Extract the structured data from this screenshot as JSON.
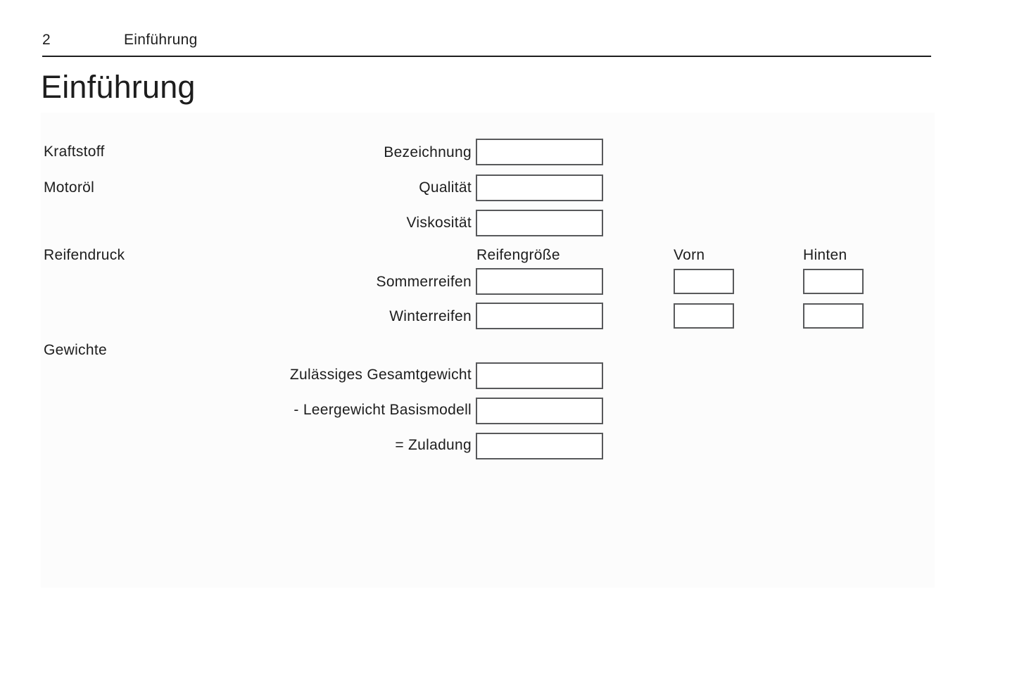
{
  "page": {
    "number": "2",
    "running_header": "Einführung",
    "title": "Einführung"
  },
  "sections": {
    "fuel": "Kraftstoff",
    "engine_oil": "Motoröl",
    "tyre_pressure": "Reifendruck",
    "weights": "Gewichte"
  },
  "table_headers": {
    "tyre_size": "Reifengröße",
    "front": "Vorn",
    "rear": "Hinten"
  },
  "fields": {
    "designation": {
      "label": "Bezeichnung",
      "value": ""
    },
    "quality": {
      "label": "Qualität",
      "value": ""
    },
    "viscosity": {
      "label": "Viskosität",
      "value": ""
    },
    "summer_tyres": {
      "label": "Sommerreifen",
      "size": "",
      "front": "",
      "rear": ""
    },
    "winter_tyres": {
      "label": "Winterreifen",
      "size": "",
      "front": "",
      "rear": ""
    },
    "gross_weight": {
      "label": "Zulässiges Gesamtgewicht",
      "value": ""
    },
    "kerb_weight": {
      "label": "- Leergewicht Basismodell",
      "value": ""
    },
    "payload": {
      "label": "= Zuladung",
      "value": ""
    }
  },
  "colors": {
    "text": "#1d1d1d",
    "box_border": "#58595b",
    "panel_background": "#fcfcfc",
    "page_background": "#ffffff",
    "header_rule": "#1d1d1d"
  }
}
